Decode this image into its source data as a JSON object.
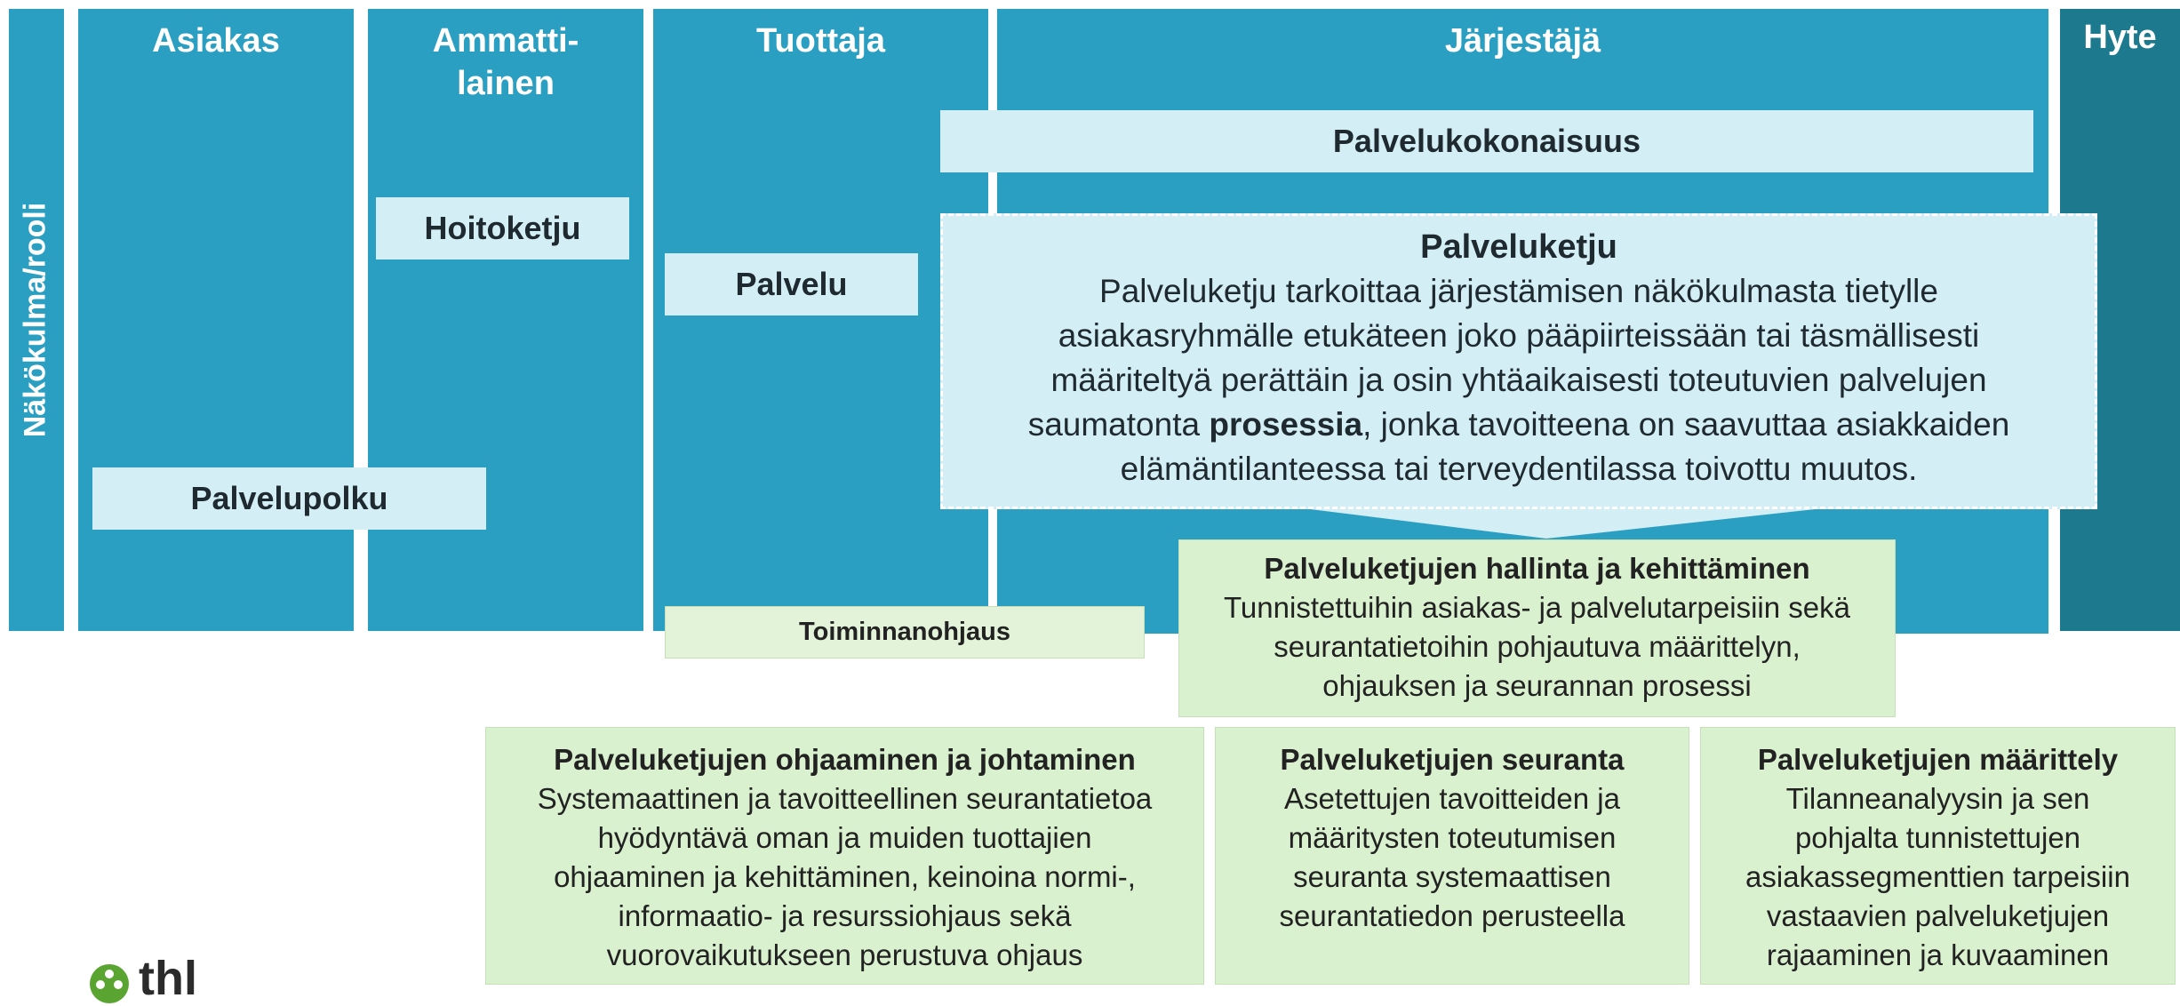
{
  "side_label": "Näkökulma/rooli",
  "columns": {
    "asiakas": "Asiakas",
    "ammattilainen_l1": "Ammatti-",
    "ammattilainen_l2": "lainen",
    "tuottaja": "Tuottaja",
    "jarjestaja": "Järjestäjä",
    "hyte": "Hyte"
  },
  "boxes": {
    "palvelukokonaisuus": "Palvelukokonaisuus",
    "hoitoketju": "Hoitoketju",
    "palvelu": "Palvelu",
    "palvelupolku": "Palvelupolku",
    "toiminnanohjaus": "Toiminnanohjaus"
  },
  "definition": {
    "title": "Palveluketju",
    "lines": [
      "Palveluketju tarkoittaa järjestämisen näkökulmasta tietylle",
      "asiakasryhmälle etukäteen joko pääpiirteissään tai täsmällisesti",
      "määriteltyä perättäin ja osin yhtäaikaisesti toteutuvien palvelujen"
    ],
    "line4_pre": "saumatonta ",
    "line4_bold": "prosessia",
    "line4_post": ", jonka tavoitteena on saavuttaa asiakkaiden",
    "line5": "elämäntilanteessa tai terveydentilassa toivottu muutos."
  },
  "hallinta": {
    "title": "Palveluketjujen hallinta ja kehittäminen",
    "lines": [
      "Tunnistettuihin asiakas- ja palvelutarpeisiin sekä",
      "seurantatietoihin pohjautuva määrittelyn,",
      "ohjauksen ja seurannan prosessi"
    ]
  },
  "ohjaaminen": {
    "title": "Palveluketjujen ohjaaminen ja johtaminen",
    "lines": [
      "Systemaattinen ja tavoitteellinen seurantatietoa",
      "hyödyntävä oman ja muiden tuottajien",
      "ohjaaminen ja kehittäminen, keinoina normi-,",
      "informaatio- ja resurssiohjaus sekä",
      "vuorovaikutukseen perustuva ohjaus"
    ]
  },
  "seuranta": {
    "title": "Palveluketjujen seuranta",
    "lines": [
      "Asetettujen tavoitteiden ja",
      "määritysten toteutumisen",
      "seuranta systemaattisen",
      "seurantatiedon perusteella"
    ]
  },
  "maarittely": {
    "title": "Palveluketjujen määrittely",
    "lines": [
      "Tilanneanalyysin ja sen",
      "pohjalta tunnistettujen",
      "asiakassegmenttien tarpeisiin",
      "vastaavien palveluketjujen",
      "rajaaminen ja kuvaaminen"
    ]
  },
  "logo_text": "thl",
  "colors": {
    "column_blue": "#2a9fc2",
    "hyte_teal": "#1d7a8e",
    "light_box": "#d3eef5",
    "green_box": "#daf1cf",
    "logo_green": "#5aa532"
  }
}
